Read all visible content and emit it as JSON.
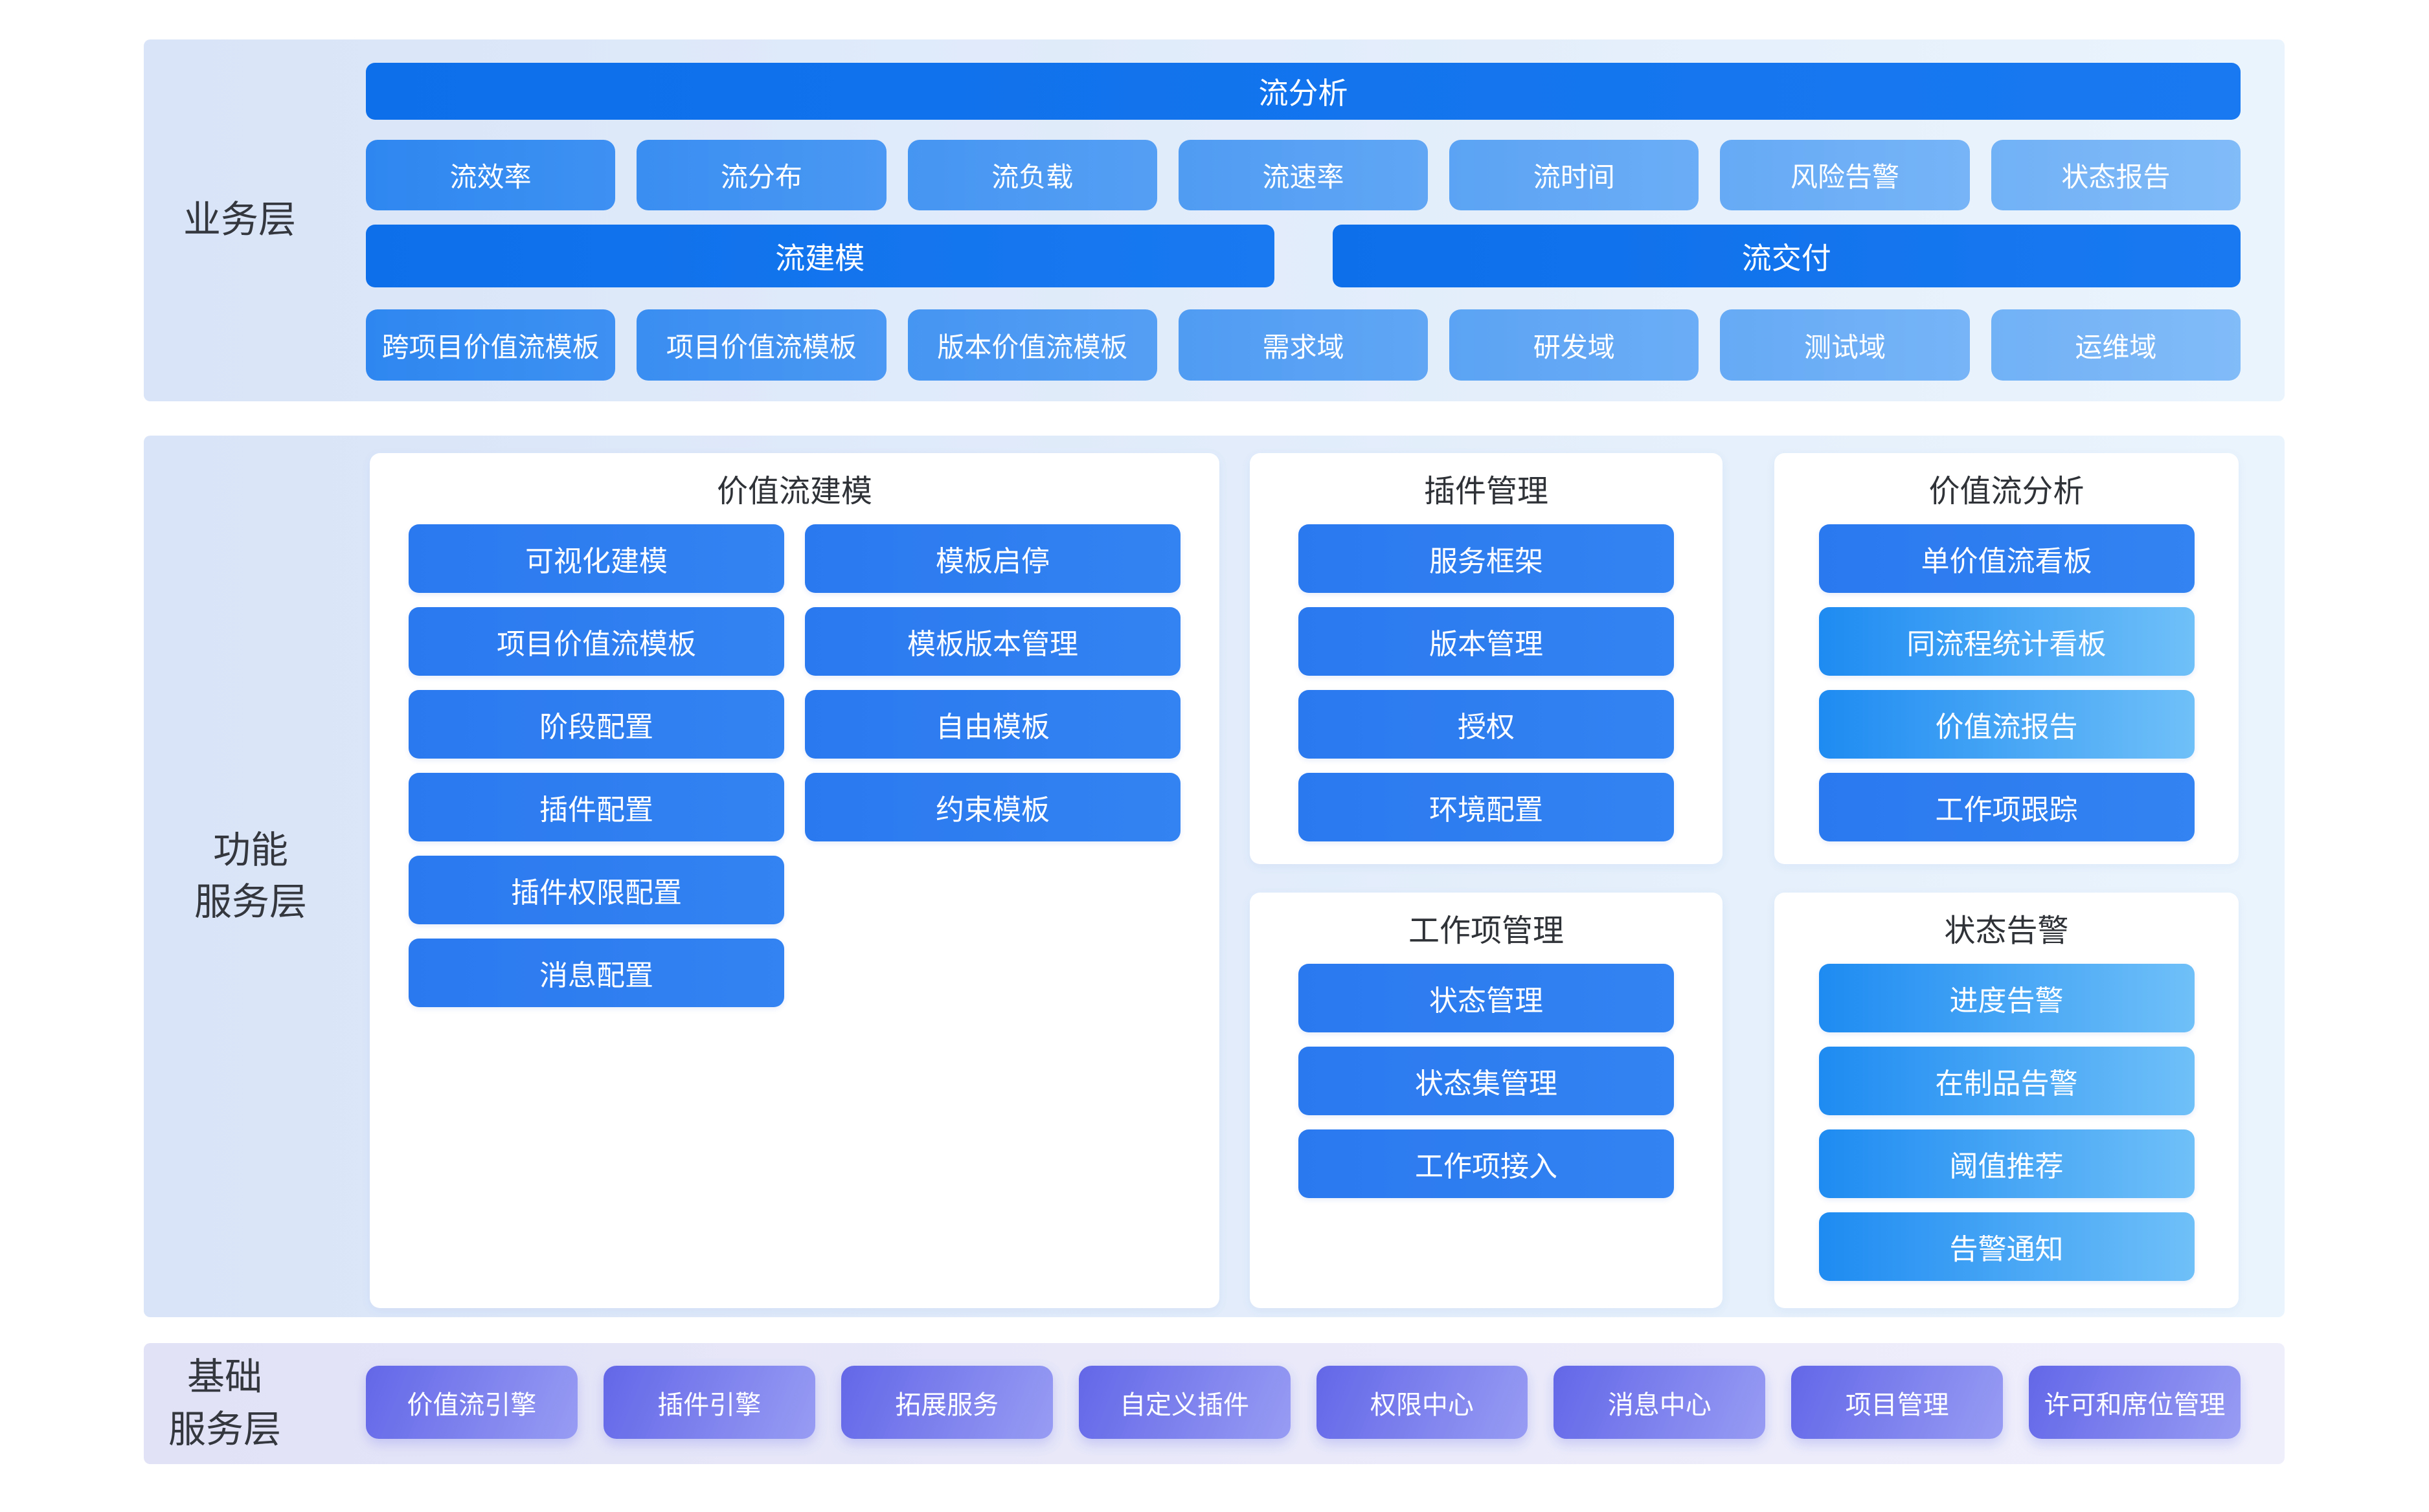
{
  "business": {
    "label": "业务层",
    "analysis_bar": {
      "label": "流分析",
      "c1": "#0d6fea",
      "c2": "#1879f1"
    },
    "metrics": [
      {
        "label": "流效率",
        "c1": "#2e87f0",
        "c2": "#3e91f2"
      },
      {
        "label": "流分布",
        "c1": "#3a8ef1",
        "c2": "#4a98f3"
      },
      {
        "label": "流负载",
        "c1": "#4595f2",
        "c2": "#559ff4"
      },
      {
        "label": "流速率",
        "c1": "#509cf3",
        "c2": "#60a6f5"
      },
      {
        "label": "流时间",
        "c1": "#5ba3f4",
        "c2": "#6badf6"
      },
      {
        "label": "风险告警",
        "c1": "#66aaf5",
        "c2": "#76b4f7"
      },
      {
        "label": "状态报告",
        "c1": "#71b1f6",
        "c2": "#81bbf8"
      }
    ],
    "process_bars": [
      {
        "label": "流建模",
        "c1": "#0d6fea",
        "c2": "#1879f1"
      },
      {
        "label": "流交付",
        "c1": "#0d6fea",
        "c2": "#1879f1"
      }
    ],
    "domains": [
      {
        "label": "跨项目价值流模板",
        "c1": "#2e87f0",
        "c2": "#3e91f2"
      },
      {
        "label": "项目价值流模板",
        "c1": "#3a8ef1",
        "c2": "#4a98f3"
      },
      {
        "label": "版本价值流模板",
        "c1": "#4595f2",
        "c2": "#559ff4"
      },
      {
        "label": "需求域",
        "c1": "#509cf3",
        "c2": "#60a6f5"
      },
      {
        "label": "研发域",
        "c1": "#5ba3f4",
        "c2": "#6badf6"
      },
      {
        "label": "测试域",
        "c1": "#66aaf5",
        "c2": "#76b4f7"
      },
      {
        "label": "运维域",
        "c1": "#71b1f6",
        "c2": "#81bbf8"
      }
    ]
  },
  "function": {
    "label_line1": "功能",
    "label_line2": "服务层",
    "modeling": {
      "title": "价值流建模",
      "col1": [
        {
          "label": "可视化建模",
          "c1": "#2b79ef",
          "c2": "#3383f2"
        },
        {
          "label": "项目价值流模板",
          "c1": "#2b79ef",
          "c2": "#3383f2"
        },
        {
          "label": "阶段配置",
          "c1": "#2b79ef",
          "c2": "#3383f2"
        },
        {
          "label": "插件配置",
          "c1": "#2b79ef",
          "c2": "#3383f2"
        },
        {
          "label": "插件权限配置",
          "c1": "#2b79ef",
          "c2": "#3383f2"
        },
        {
          "label": "消息配置",
          "c1": "#2b79ef",
          "c2": "#3383f2"
        }
      ],
      "col2": [
        {
          "label": "模板启停",
          "c1": "#2b79ef",
          "c2": "#3383f2"
        },
        {
          "label": "模板版本管理",
          "c1": "#2b79ef",
          "c2": "#3383f2"
        },
        {
          "label": "自由模板",
          "c1": "#2b79ef",
          "c2": "#3383f2"
        },
        {
          "label": "约束模板",
          "c1": "#2b79ef",
          "c2": "#3383f2"
        }
      ]
    },
    "plugin": {
      "title": "插件管理",
      "items": [
        {
          "label": "服务框架",
          "c1": "#2b79ef",
          "c2": "#3383f2"
        },
        {
          "label": "版本管理",
          "c1": "#2b79ef",
          "c2": "#3383f2"
        },
        {
          "label": "授权",
          "c1": "#2b79ef",
          "c2": "#3383f2"
        },
        {
          "label": "环境配置",
          "c1": "#2b79ef",
          "c2": "#3383f2"
        }
      ]
    },
    "analysis": {
      "title": "价值流分析",
      "items": [
        {
          "label": "单价值流看板",
          "c1": "#2b79ef",
          "c2": "#3383f2"
        },
        {
          "label": "同流程统计看板",
          "c1": "#1e8bf2",
          "c2": "#6fc0f8"
        },
        {
          "label": "价值流报告",
          "c1": "#1e8bf2",
          "c2": "#6fc0f8"
        },
        {
          "label": "工作项跟踪",
          "c1": "#2b79ef",
          "c2": "#3383f2"
        }
      ]
    },
    "workitem": {
      "title": "工作项管理",
      "items": [
        {
          "label": "状态管理",
          "c1": "#2b79ef",
          "c2": "#3383f2"
        },
        {
          "label": "状态集管理",
          "c1": "#2b79ef",
          "c2": "#3383f2"
        },
        {
          "label": "工作项接入",
          "c1": "#2b79ef",
          "c2": "#3383f2"
        }
      ]
    },
    "alert": {
      "title": "状态告警",
      "items": [
        {
          "label": "进度告警",
          "c1": "#1e8bf2",
          "c2": "#6fc0f8"
        },
        {
          "label": "在制品告警",
          "c1": "#1e8bf2",
          "c2": "#6fc0f8"
        },
        {
          "label": "阈值推荐",
          "c1": "#1e8bf2",
          "c2": "#6fc0f8"
        },
        {
          "label": "告警通知",
          "c1": "#1e8bf2",
          "c2": "#6fc0f8"
        }
      ]
    }
  },
  "foundation": {
    "label_line1": "基础",
    "label_line2": "服务层",
    "items": [
      {
        "label": "价值流引擎",
        "c1": "#6367e8",
        "c2": "#989cf3"
      },
      {
        "label": "插件引擎",
        "c1": "#6367e8",
        "c2": "#989cf3"
      },
      {
        "label": "拓展服务",
        "c1": "#6367e8",
        "c2": "#989cf3"
      },
      {
        "label": "自定义插件",
        "c1": "#6367e8",
        "c2": "#989cf3"
      },
      {
        "label": "权限中心",
        "c1": "#6367e8",
        "c2": "#989cf3"
      },
      {
        "label": "消息中心",
        "c1": "#6367e8",
        "c2": "#989cf3"
      },
      {
        "label": "项目管理",
        "c1": "#6367e8",
        "c2": "#989cf3"
      },
      {
        "label": "许可和席位管理",
        "c1": "#6367e8",
        "c2": "#989cf3"
      }
    ]
  }
}
